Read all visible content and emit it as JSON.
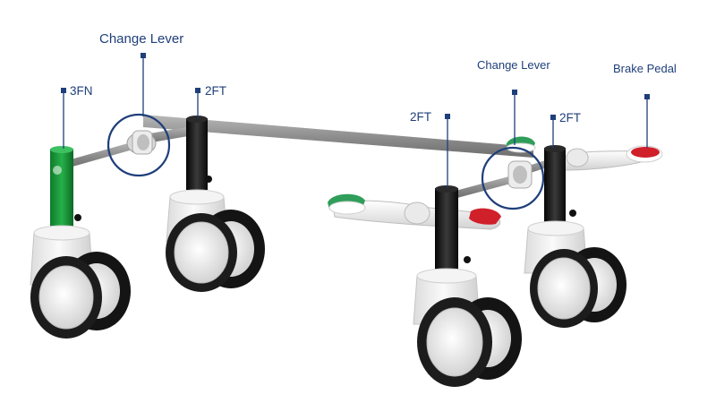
{
  "labels": {
    "change_lever_left": "Change Lever",
    "caster_3fn": "3FN",
    "caster_2ft_rear_left": "2FT",
    "caster_2ft_front": "2FT",
    "change_lever_right": "Change Lever",
    "caster_2ft_right": "2FT",
    "brake_pedal": "Brake Pedal"
  },
  "colors": {
    "label_text": "#1f3f7a",
    "leader_line": "#1f3f7a",
    "highlight_circle": "#1f3f7a",
    "green_stem": "#1f9a3c",
    "green_pedal": "#2f9e5a",
    "red_pedal": "#d0202a",
    "black_stem": "#161616",
    "frame_rod": "#8d8d8d",
    "wheel_tire": "#1a1a1a",
    "wheel_hub": "#e9e9e9",
    "housing": "#f2f2f2"
  }
}
